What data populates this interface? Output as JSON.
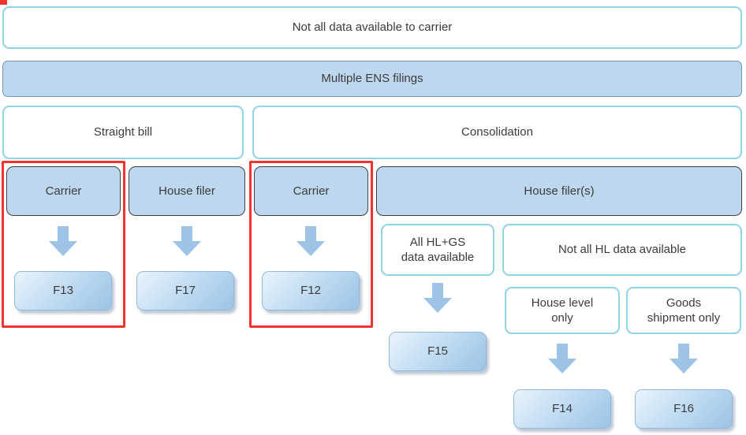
{
  "boxes": {
    "root": "Not all data available to carrier",
    "multiple_ens": "Multiple ENS filings",
    "straight_bill": "Straight bill",
    "consolidation": "Consolidation",
    "carrier_straight": "Carrier",
    "house_filer": "House filer",
    "carrier_consol": "Carrier",
    "house_filers": "House filer(s)",
    "all_hlgs": "All HL+GS\ndata available",
    "not_all_hl": "Not all HL data available",
    "house_level_only": "House level\nonly",
    "goods_shipment_only": "Goods\nshipment only"
  },
  "filings": {
    "f13": "F13",
    "f17": "F17",
    "f12": "F12",
    "f15": "F15",
    "f14": "F14",
    "f16": "F16"
  },
  "colors": {
    "cyan_border": "#8ed3e6",
    "light_blue_fill": "#bdd7ee",
    "medium_border": "#6d94ba",
    "dark_border": "#404040",
    "arrow_fill": "#9dc3e6",
    "highlight_red": "#f0342f",
    "text": "#3b3b3b"
  }
}
